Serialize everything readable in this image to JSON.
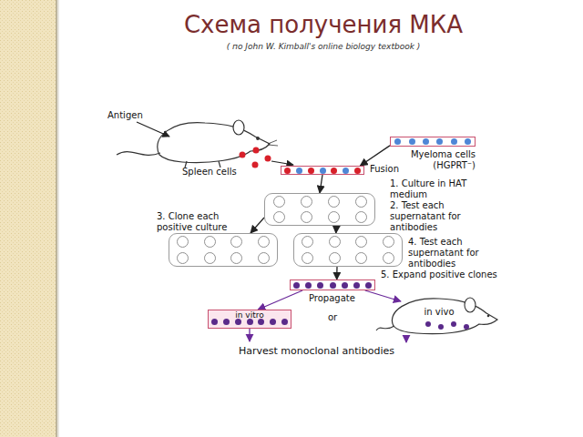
{
  "diagram": {
    "title": "Схема получения МКА",
    "caption": "( по John W. Kimball's online biology textbook )",
    "nodes": [
      {
        "text": [
          "Myeloma cells (HGPRT⁻)"
        ]
      },
      {
        "text": [
          "Fusion"
        ]
      },
      {
        "text": [
          "1. Culture in HAT medium",
          "2. Test each supernatant for antibodies"
        ]
      },
      {
        "text": [
          "3. Clone each positive culture"
        ]
      },
      {
        "text": [
          "4. Test each supernatant for antibodies"
        ]
      },
      {
        "text": [
          "5. Expand positive clones"
        ]
      },
      {
        "text": [
          "in vitro"
        ]
      },
      {
        "text": [
          "in vivo"
        ]
      }
    ],
    "edges": [
      {
        "from": 0,
        "to": 1,
        "arrow": "to"
      },
      {
        "from": 1,
        "to": 2,
        "arrow": "to"
      },
      {
        "from": 2,
        "to": 3,
        "arrow": "to"
      },
      {
        "from": 2,
        "to": 4,
        "arrow": "to"
      },
      {
        "from": 4,
        "to": 5,
        "arrow": "to"
      },
      {
        "from": 5,
        "to": 6,
        "arrow": "to"
      },
      {
        "from": 5,
        "to": 7,
        "arrow": "to"
      }
    ],
    "labels": [
      "Antigen",
      "Spleen cells",
      "Propagate",
      "or",
      "Harvest monoclonal antibodies"
    ]
  }
}
